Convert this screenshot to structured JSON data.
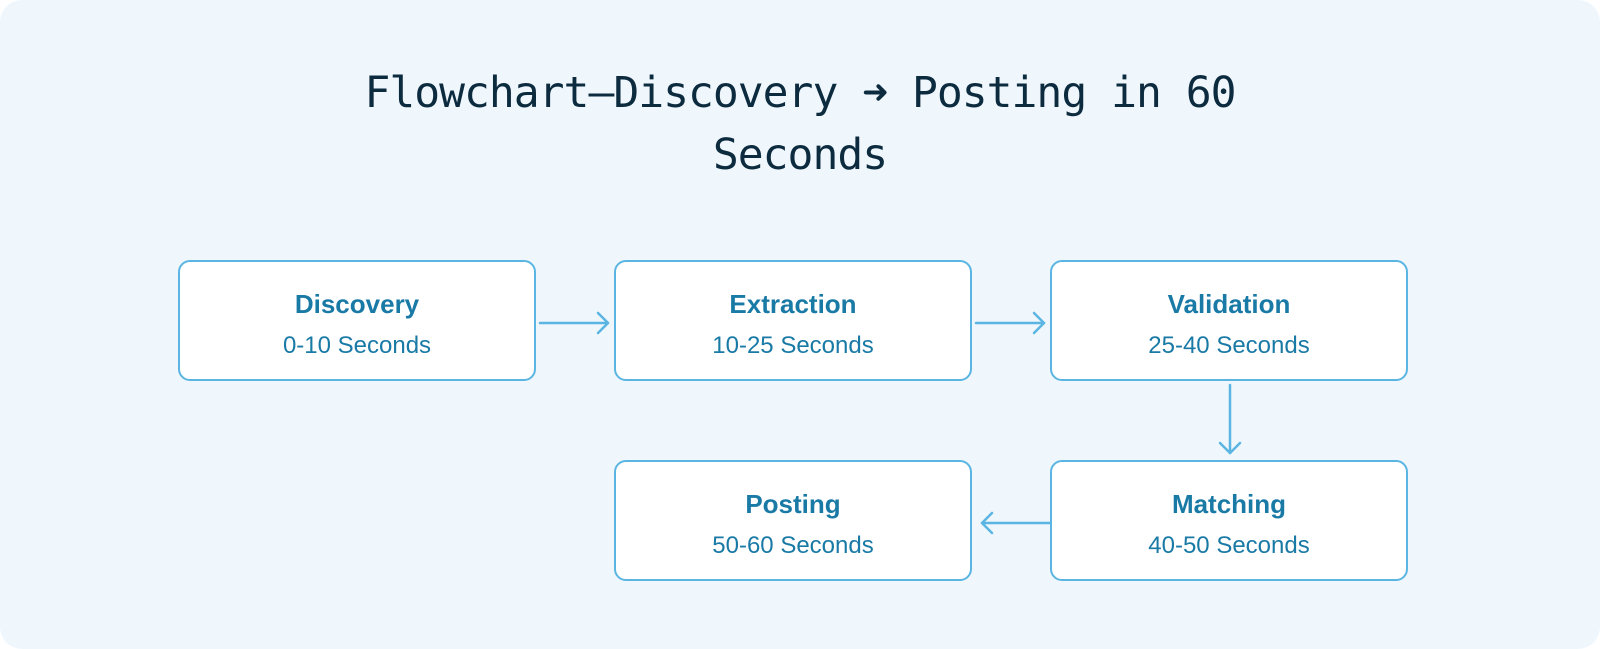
{
  "title": "Flowchart—Discovery ➜ Posting in 60 Seconds",
  "colors": {
    "background": "#eff7fd",
    "box_border": "#5bb5e2",
    "box_text": "#1a7aa6",
    "title_text": "#0d2b3e",
    "arrow": "#5bb5e2"
  },
  "steps": [
    {
      "name": "Discovery",
      "time": "0-10 Seconds"
    },
    {
      "name": "Extraction",
      "time": "10-25 Seconds"
    },
    {
      "name": "Validation",
      "time": "25-40 Seconds"
    },
    {
      "name": "Matching",
      "time": "40-50 Seconds"
    },
    {
      "name": "Posting",
      "time": "50-60 Seconds"
    }
  ],
  "connections": [
    {
      "from": "Discovery",
      "to": "Extraction"
    },
    {
      "from": "Extraction",
      "to": "Validation"
    },
    {
      "from": "Validation",
      "to": "Matching"
    },
    {
      "from": "Matching",
      "to": "Posting"
    }
  ]
}
